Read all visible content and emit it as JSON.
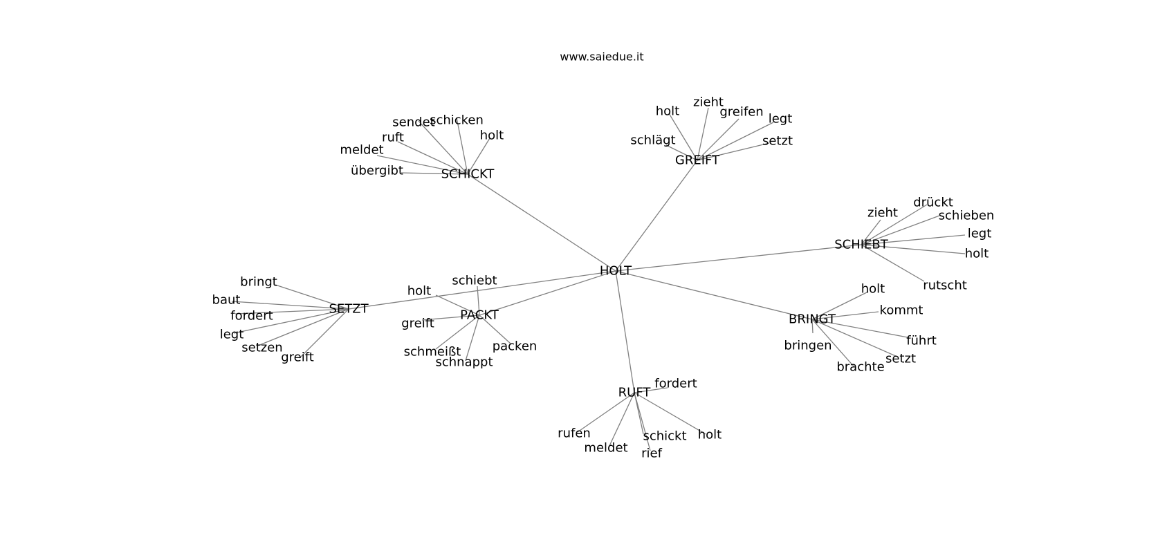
{
  "watermark": "www.saiedue.it",
  "graph": {
    "center": "HOLT",
    "hubs": [
      {
        "label": "SCHICKT",
        "leaves": [
          "sendet",
          "schicken",
          "holt",
          "ruft",
          "meldet",
          "übergibt"
        ]
      },
      {
        "label": "GREIFT",
        "leaves": [
          "holt",
          "zieht",
          "greifen",
          "legt",
          "schlägt",
          "setzt"
        ]
      },
      {
        "label": "SCHIEBT",
        "leaves": [
          "zieht",
          "drückt",
          "schieben",
          "legt",
          "holt",
          "rutscht"
        ]
      },
      {
        "label": "BRINGT",
        "leaves": [
          "holt",
          "kommt",
          "führt",
          "bringen",
          "setzt",
          "brachte"
        ]
      },
      {
        "label": "RUFT",
        "leaves": [
          "fordert",
          "rufen",
          "meldet",
          "schickt",
          "holt",
          "rief"
        ]
      },
      {
        "label": "PACKT",
        "leaves": [
          "schiebt",
          "holt",
          "greift",
          "packen",
          "schmeißt",
          "schnappt"
        ]
      },
      {
        "label": "SETZT",
        "leaves": [
          "bringt",
          "baut",
          "fordert",
          "legt",
          "setzen",
          "greift"
        ]
      }
    ]
  },
  "colors": {
    "edge": "#808080",
    "text": "#000000",
    "background": "#ffffff"
  }
}
